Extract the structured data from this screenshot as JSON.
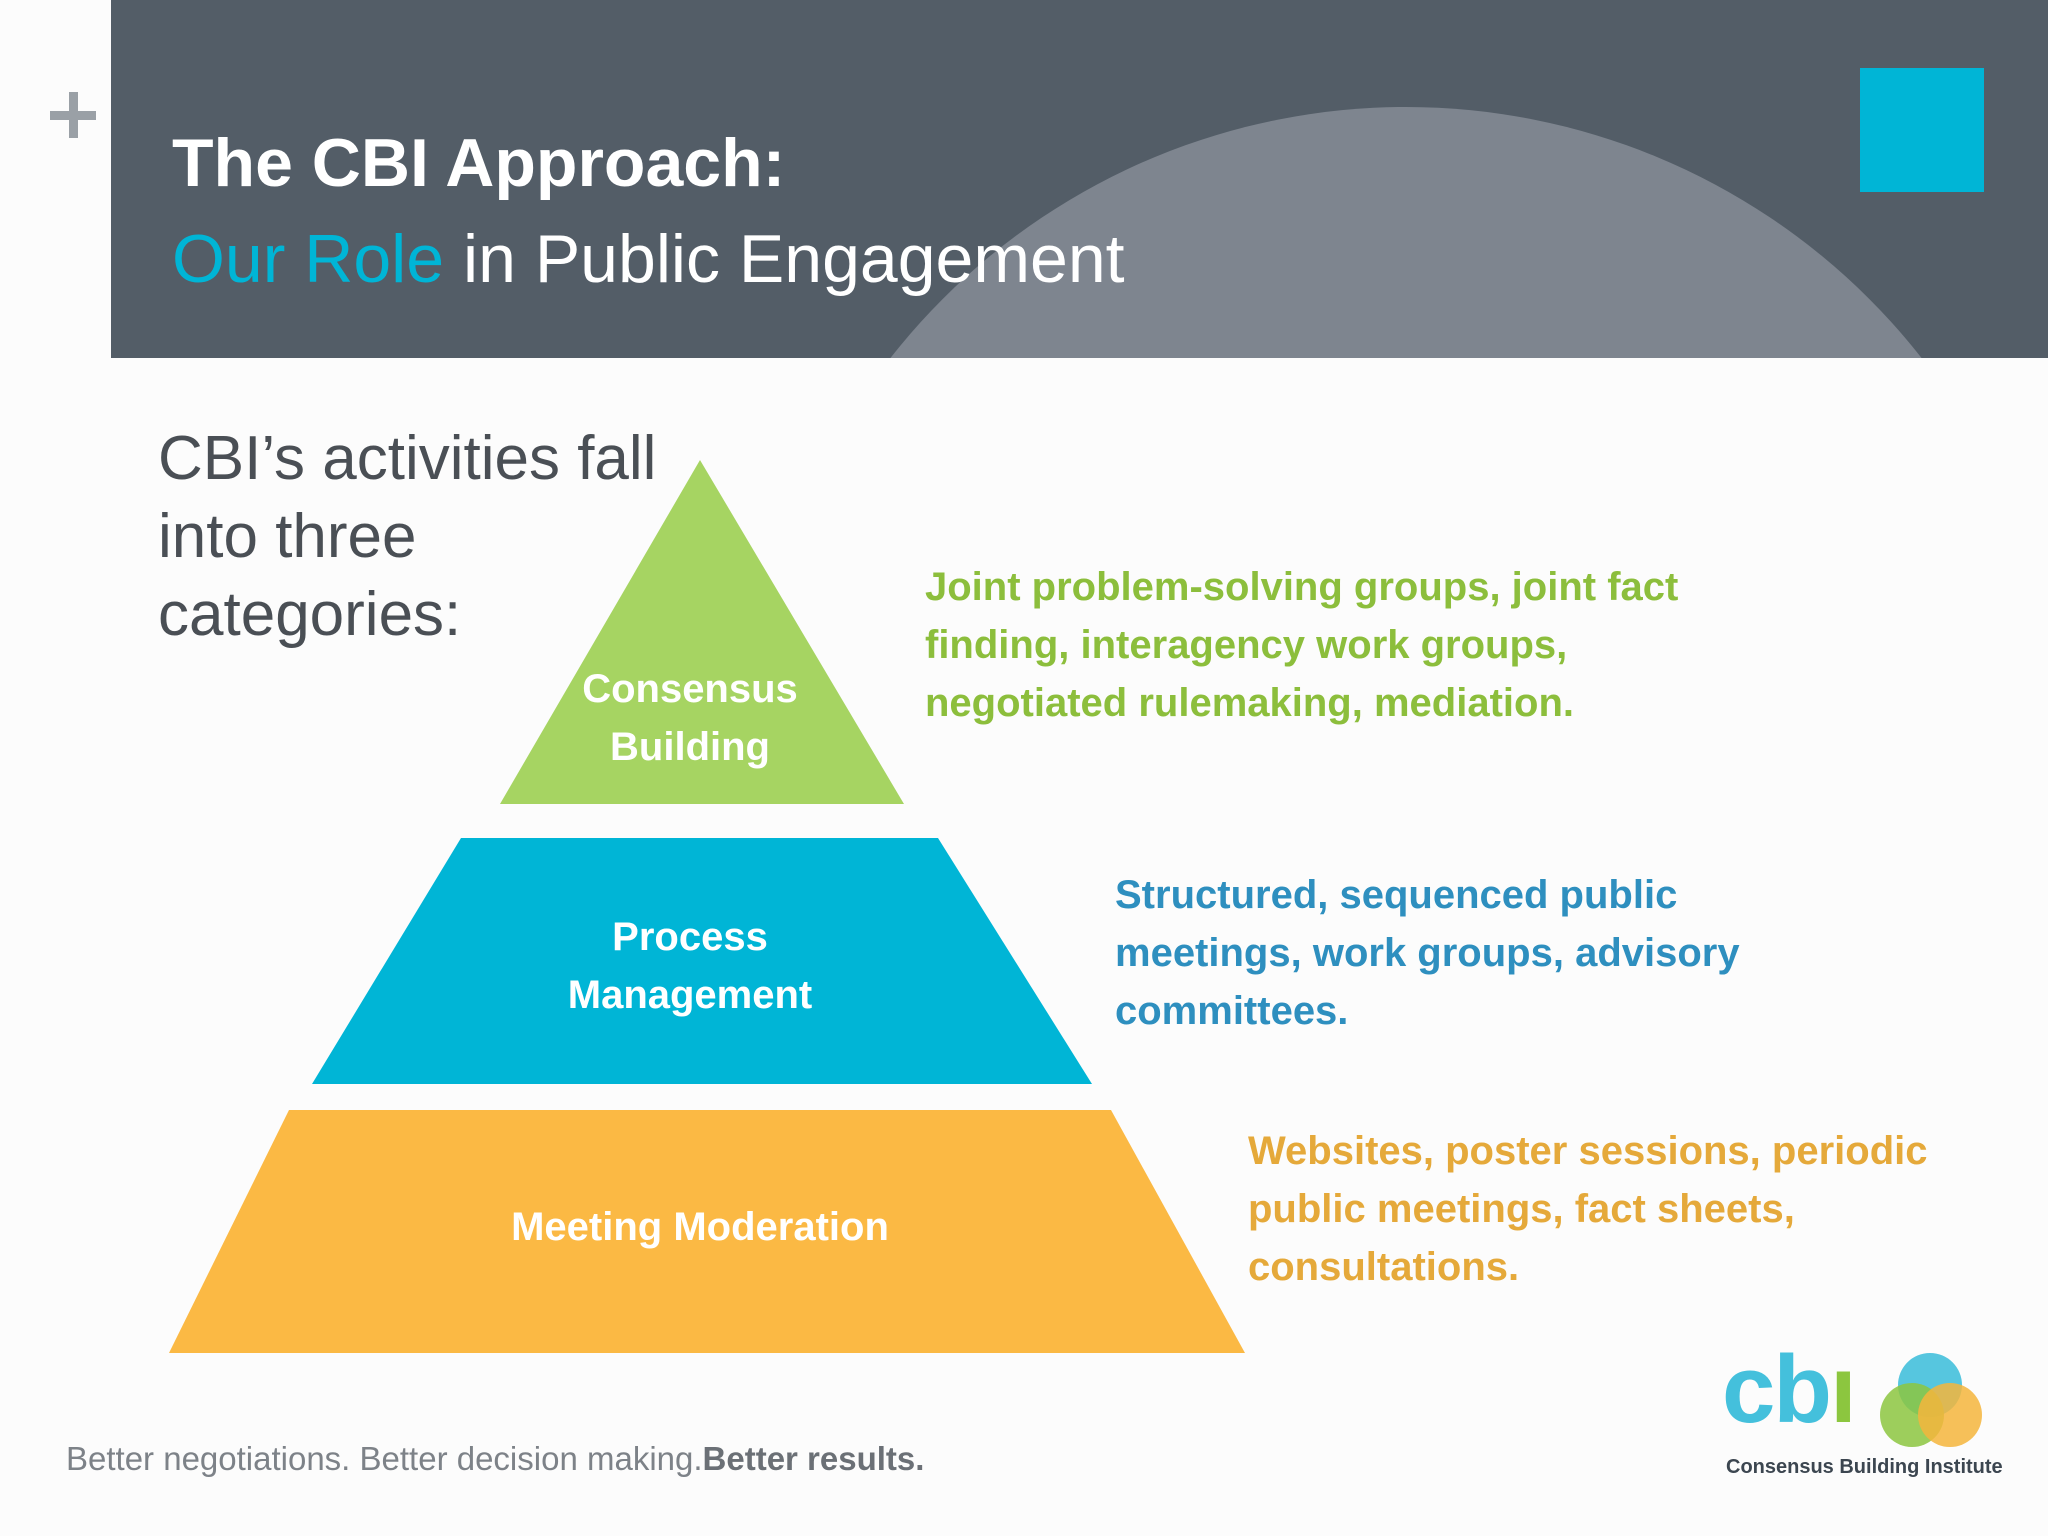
{
  "header": {
    "title": "The CBI Approach:",
    "subtitle_highlight": "Our Role",
    "subtitle_rest": " in Public Engagement"
  },
  "intro_text": "CBI’s activities fall into three categories:",
  "pyramid": {
    "tiers": [
      {
        "label_line1": "Consensus",
        "label_line2": "Building",
        "color": "#a6d462",
        "description": "Joint problem-solving groups, joint fact finding, interagency work groups, negotiated rulemaking, mediation.",
        "description_color": "#8cbe3c"
      },
      {
        "label_line1": "Process",
        "label_line2": "Management",
        "color": "#00b5d6",
        "description": "Structured, sequenced public meetings, work groups, advisory committees.",
        "description_color": "#2e8fbf"
      },
      {
        "label_line1": "Meeting Moderation",
        "label_line2": "",
        "color": "#fbb944",
        "description": "Websites, poster sessions, periodic public meetings, fact sheets, consultations.",
        "description_color": "#e5a93a"
      }
    ]
  },
  "footer": {
    "tagline_regular": "Better negotiations.  Better decision making.",
    "tagline_bold": "Better results."
  },
  "logo": {
    "letters_cb": "cb",
    "letter_i": "ı",
    "caption": "Consensus Building Institute"
  },
  "colors": {
    "header_band": "#535d67",
    "header_arc": "#7e858f",
    "accent": "#00b5d6"
  }
}
